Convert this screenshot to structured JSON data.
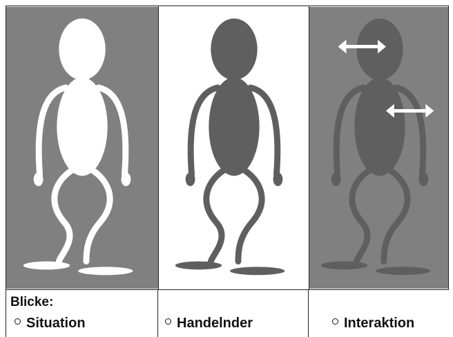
{
  "colors": {
    "panel_dark": "#808080",
    "panel_light": "#ffffff",
    "figure_white": "#ffffff",
    "figure_dark": "#5f5f5f",
    "arrow": "#ffffff"
  },
  "panels": [
    {
      "id": "situation",
      "background": "#808080",
      "figure": "#ffffff",
      "arrows": false
    },
    {
      "id": "handelnder",
      "background": "#ffffff",
      "figure": "#5f5f5f",
      "arrows": false
    },
    {
      "id": "interaktion",
      "background": "#808080",
      "figure": "#5f5f5f",
      "arrows": true
    }
  ],
  "caption": {
    "heading": "Blicke:",
    "items": [
      "Situation",
      "Handelnder",
      "Interaktion"
    ]
  }
}
